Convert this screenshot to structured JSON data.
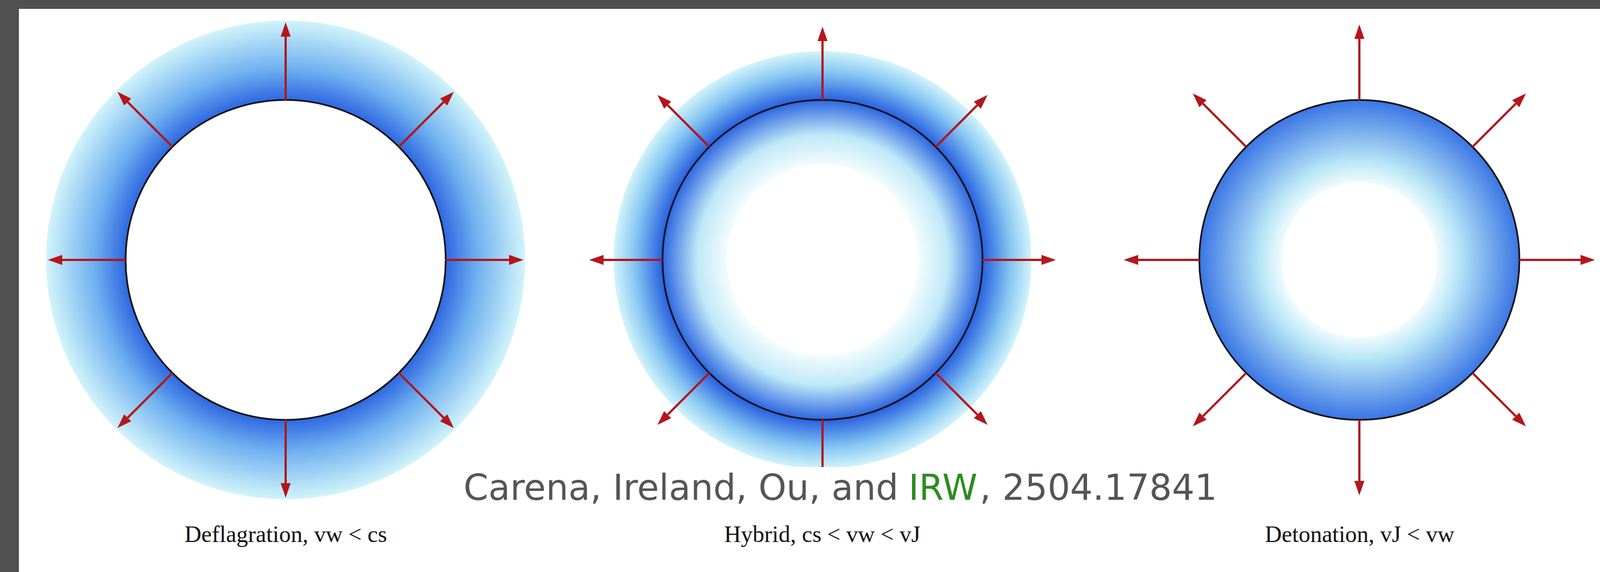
{
  "diagram": {
    "labels": [
      "Carena, Ireland, Ou, and",
      "IRW",
      ", 2504.17841",
      "Deflagration, vw < cs",
      "Hybrid, cs < vw < vJ",
      "Detonation, vJ < vw"
    ]
  }
}
